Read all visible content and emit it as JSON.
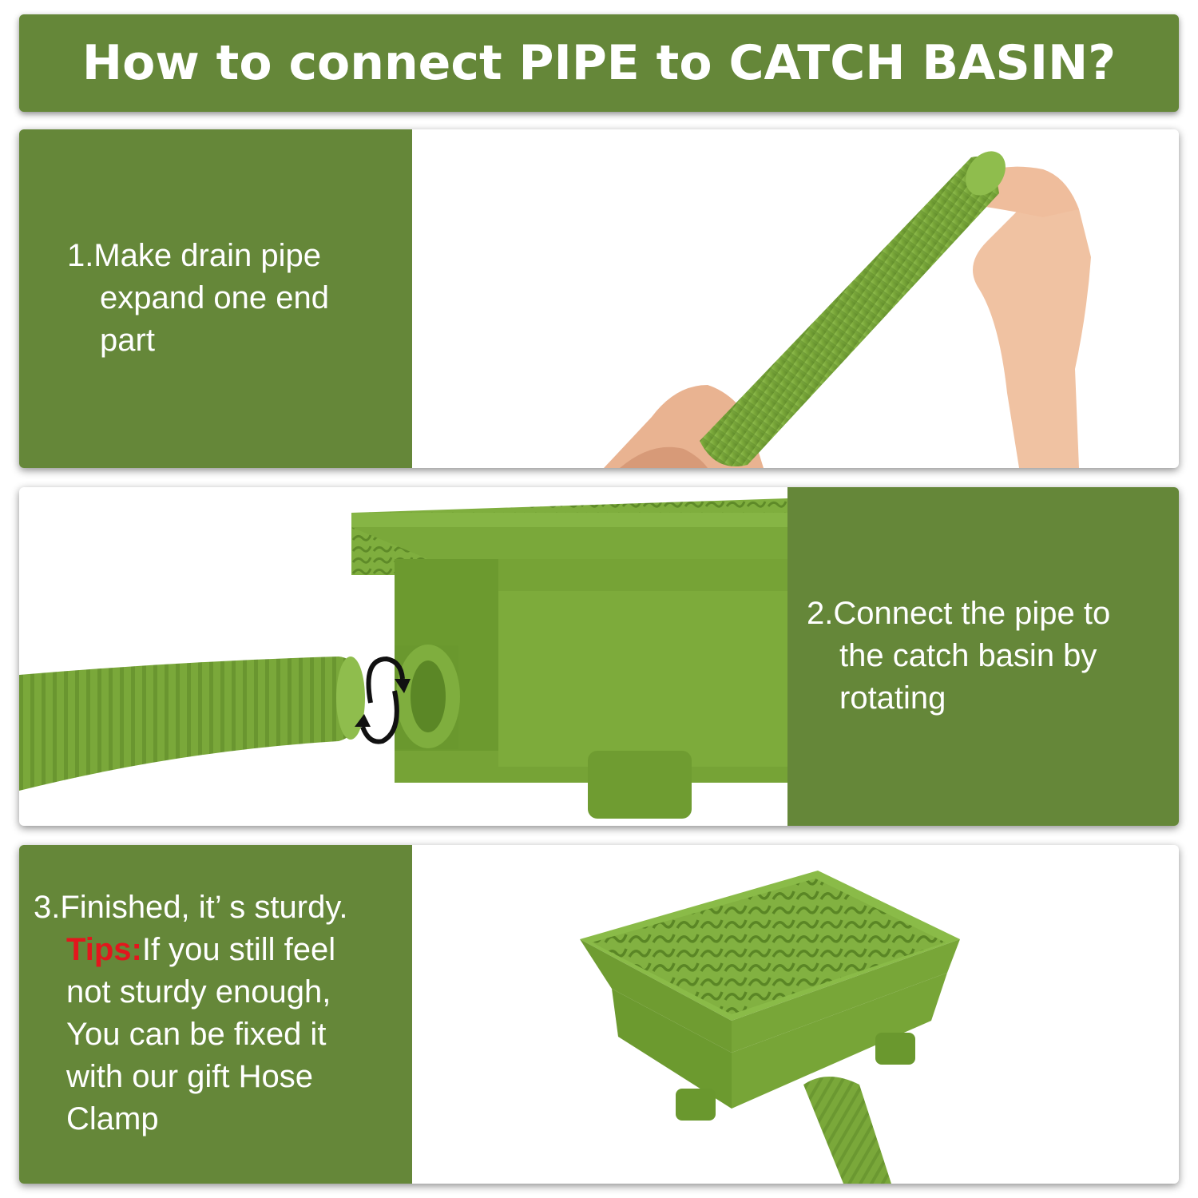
{
  "title": "How to connect PIPE to CATCH BASIN?",
  "steps": [
    {
      "lines": [
        "1.Make drain pipe",
        "expand one end",
        "part"
      ]
    },
    {
      "lines": [
        "2.Connect the pipe to",
        "the catch basin by",
        "rotating"
      ]
    },
    {
      "first_line": "3.Finished, it’ s sturdy.",
      "tips_label": "Tips:",
      "tips_first": "If you still feel",
      "tips_lines": [
        "not sturdy enough,",
        "You can be fixed it",
        "with our gift Hose",
        "Clamp"
      ]
    }
  ],
  "colors": {
    "panel_green": "#658739",
    "product_green": "#7aa83a",
    "tips_red": "#e3161d"
  },
  "icons": [
    "rotate-arrows-icon"
  ]
}
